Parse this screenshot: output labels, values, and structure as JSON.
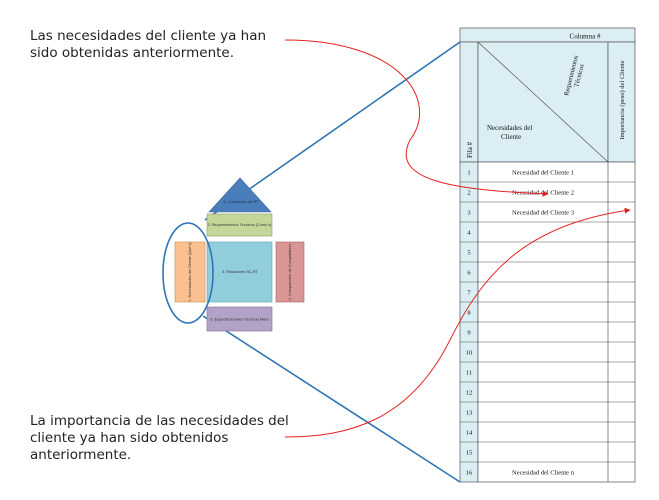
{
  "captions": {
    "top": "Las necesidades del cliente ya han sido obtenidas anteriormente.",
    "bottom": "La importancia de las necesidades del cliente ya han sido obtenidos anteriormente."
  },
  "house": {
    "roof": "5. Correlación de RT",
    "technical_requirements": "2. Requerimientos Técnicos (Como´s)",
    "customer_needs": "1. Necesidades del Cliente (Qué´s)",
    "relations": "3. Relaciones NC-RT",
    "competition": "4. Comparación de Competidores",
    "target_specs": "6. Especificaciones Técnicas Meta"
  },
  "matrix": {
    "column_header": "Columna #",
    "row_header": "Fila #",
    "diag_top_1": "Requerimientos",
    "diag_top_2": "Técnicos",
    "diag_bottom_1": "Necesidades del",
    "diag_bottom_2": "Cliente",
    "importance_header": "Importancia (peso) del Cliente",
    "rows": [
      {
        "num": "1",
        "need": "Necesidad del Cliente 1"
      },
      {
        "num": "2",
        "need": "Necesidad del Cliente 2"
      },
      {
        "num": "3",
        "need": "Necesidad del Cliente 3"
      },
      {
        "num": "4",
        "need": ""
      },
      {
        "num": "5",
        "need": ""
      },
      {
        "num": "6",
        "need": ""
      },
      {
        "num": "7",
        "need": ""
      },
      {
        "num": "8",
        "need": ""
      },
      {
        "num": "9",
        "need": ""
      },
      {
        "num": "10",
        "need": ""
      },
      {
        "num": "11",
        "need": ""
      },
      {
        "num": "12",
        "need": ""
      },
      {
        "num": "13",
        "need": ""
      },
      {
        "num": "14",
        "need": ""
      },
      {
        "num": "15",
        "need": ""
      },
      {
        "num": "16",
        "need": "Necesidad del Cliente n"
      }
    ]
  },
  "colors": {
    "lightblue": "#dbeef4",
    "roof": "#4a7ebb",
    "tech": "#c4d79b",
    "needs": "#fac090",
    "relations": "#92cddc",
    "competition": "#d99694",
    "target": "#b3a2c7",
    "line": "#2e75b6",
    "arrow": "#e52222"
  }
}
